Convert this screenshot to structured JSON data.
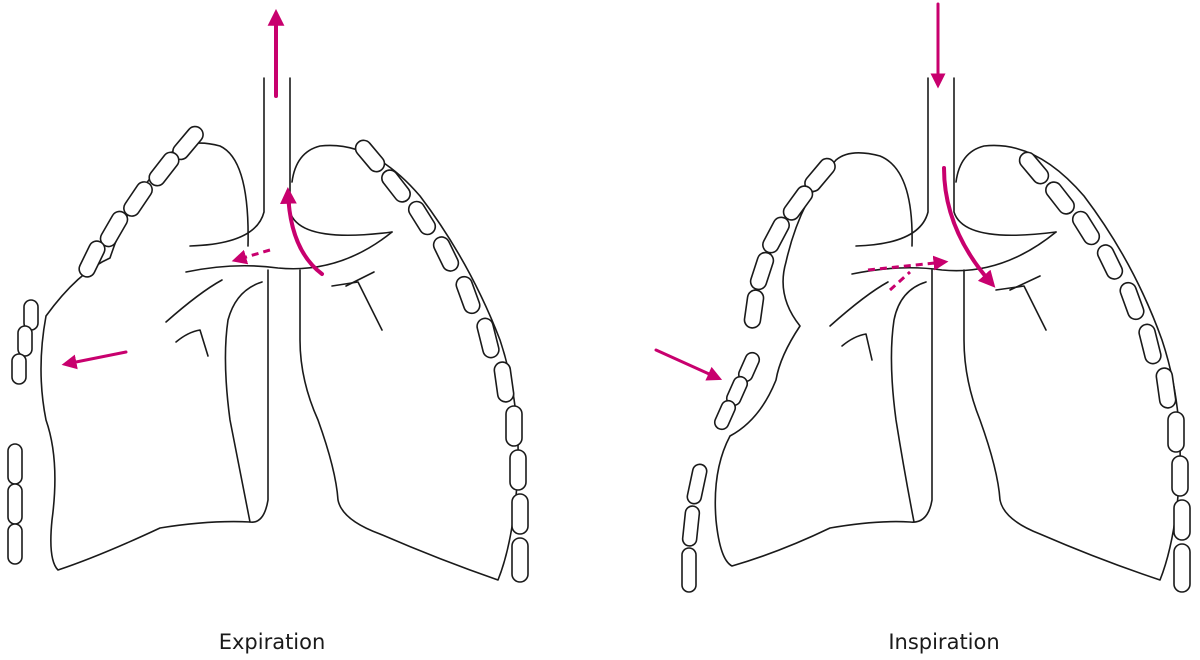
{
  "panels": [
    {
      "id": "expiration",
      "label": "Expiration"
    },
    {
      "id": "inspiration",
      "label": "Inspiration"
    }
  ],
  "colors": {
    "airflow_arrow": "#c8006e",
    "outline": "#1a1a1a",
    "background": "#ffffff"
  },
  "icons": [
    "arrow-head-icon",
    "rib-segment-icon"
  ]
}
